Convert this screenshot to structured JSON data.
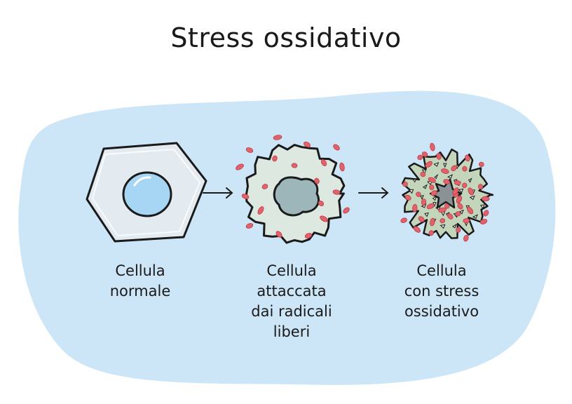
{
  "title": "Stress ossidativo",
  "colors": {
    "background_blob": "#cde6f7",
    "normal_cytoplasm": "#e3ebf1",
    "nucleus": "#a6d6f3",
    "attacked_cytoplasm": "#dde8e1",
    "attacked_nucleus": "#9db6ba",
    "stressed_cytoplasm": "#c3d6bb",
    "stressed_nucleus": "#8a9295",
    "free_radical": "#e2616b"
  },
  "stages": [
    {
      "id": "normal",
      "label_lines": [
        "Cellula",
        "normale"
      ]
    },
    {
      "id": "attacked",
      "label_lines": [
        "Cellula",
        "attaccata",
        "dai radicali",
        "liberi"
      ]
    },
    {
      "id": "stressed",
      "label_lines": [
        "Cellula",
        "con stress",
        "ossidativo"
      ]
    }
  ]
}
